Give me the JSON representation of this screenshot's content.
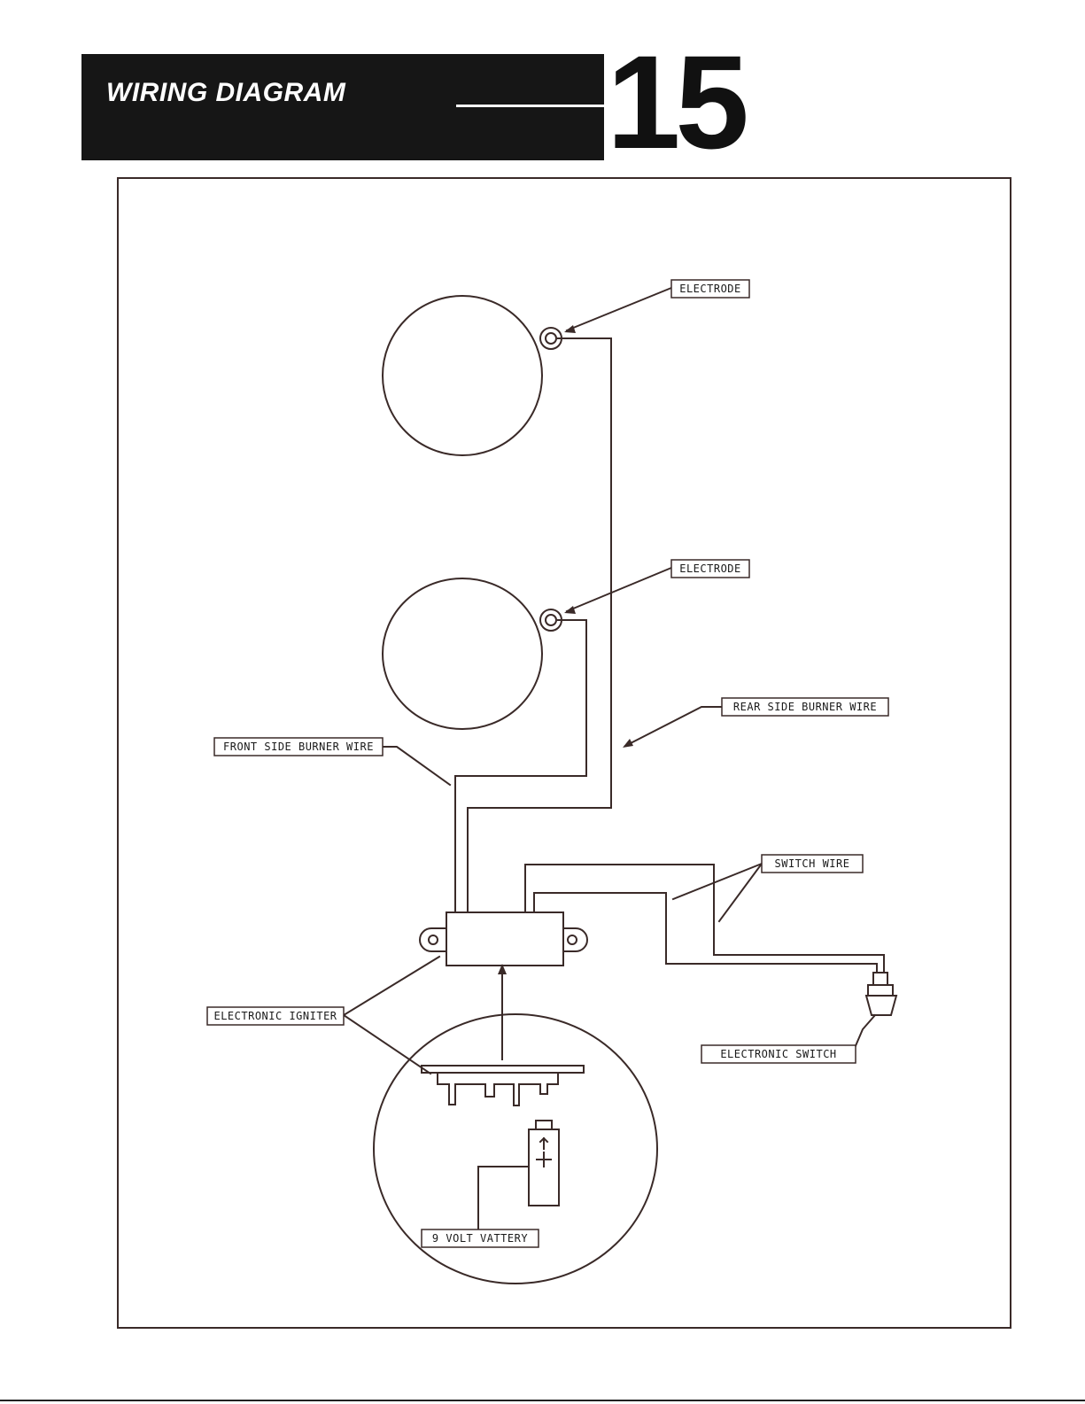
{
  "header": {
    "title": "WIRING DIAGRAM",
    "chapter_number": "15"
  },
  "labels": {
    "electrode_top": "ELECTRODE",
    "electrode_bottom": "ELECTRODE",
    "rear_side_burner_wire": "REAR SIDE BURNER WIRE",
    "front_side_burner_wire": "FRONT SIDE BURNER WIRE",
    "switch_wire": "SWITCH WIRE",
    "electronic_igniter": "ELECTRONIC IGNITER",
    "electronic_switch": "ELECTRONIC SWITCH",
    "battery": "9 VOLT VATTERY"
  },
  "colors": {
    "line": "#3a2a28",
    "header_bg": "#161616"
  }
}
